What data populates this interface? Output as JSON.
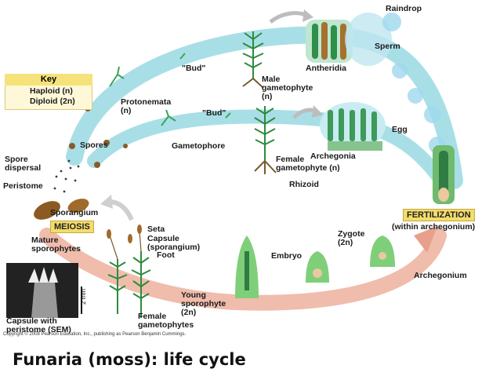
{
  "key": {
    "title": "Key",
    "haploid": "Haploid (n)",
    "diploid": "Diploid (2n)",
    "haploid_color": "#7fcfd9",
    "diploid_color": "#e7a795"
  },
  "labels": {
    "raindrop": "Raindrop",
    "sperm": "Sperm",
    "antheridia": "Antheridia",
    "bud_top": "\"Bud\"",
    "male_gametophyte": "Male\ngametophyte\n(n)",
    "protonemata": "Protonemata\n(n)",
    "bud_mid": "\"Bud\"",
    "egg": "Egg",
    "spores": "Spores",
    "gametophore": "Gametophore",
    "archegonia": "Archegonia",
    "female_gametophyte": "Female\ngametophyte (n)",
    "spore_dispersal": "Spore\ndispersal",
    "rhizoid": "Rhizoid",
    "peristome": "Peristome",
    "sporangium": "Sporangium",
    "fertilization": "FERTILIZATION",
    "within_archegonium": "(within archegonium)",
    "meiosis": "MEIOSIS",
    "seta": "Seta",
    "capsule": "Capsule\n(sporangium)",
    "foot": "Foot",
    "mature_sporophytes": "Mature\nsporophytes",
    "zygote": "Zygote\n(2n)",
    "embryo": "Embryo",
    "archegonium": "Archegonium",
    "young_sporophyte": "Young\nsporophyte\n(2n)",
    "female_gametophytes": "Female\ngametophytes",
    "capsule_sem": "Capsule with\nperistome (SEM)",
    "scale": "2 mm"
  },
  "copyright": "Copyright © 2008 Pearson Education, Inc., publishing as Pearson Benjamin Cummings.",
  "caption": "Funaria (moss): life cycle"
}
